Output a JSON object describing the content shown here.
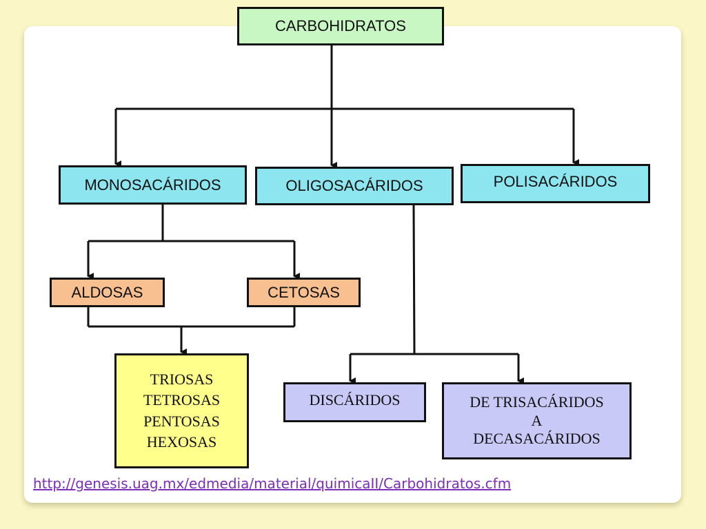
{
  "diagram": {
    "root": "CARBOHIDRATOS",
    "level1": [
      "MONOSACÁRIDOS",
      "OLIGOSACÁRIDOS",
      "POLISACÁRIDOS"
    ],
    "mono_children": [
      "ALDOSAS",
      "CETOSAS"
    ],
    "mono_types": [
      "TRIOSAS",
      "TETROSAS",
      "PENTOSAS",
      "HEXOSAS"
    ],
    "oligo_children": [
      "DISCÁRIDOS",
      "DE TRISACÁRIDOS",
      "A",
      "DECASACÁRIDOS"
    ]
  },
  "source_link": "http://genesis.uag.mx/edmedia/material/quimicaII/Carbohidratos.cfm",
  "colors": {
    "background": "#fbf6c6",
    "root": "#c9f7c4",
    "level1": "#8de6ef",
    "mono_children": "#f8c091",
    "types": "#ffff8c",
    "oligo_children": "#c9c9f7",
    "link": "#7a2fb5"
  }
}
